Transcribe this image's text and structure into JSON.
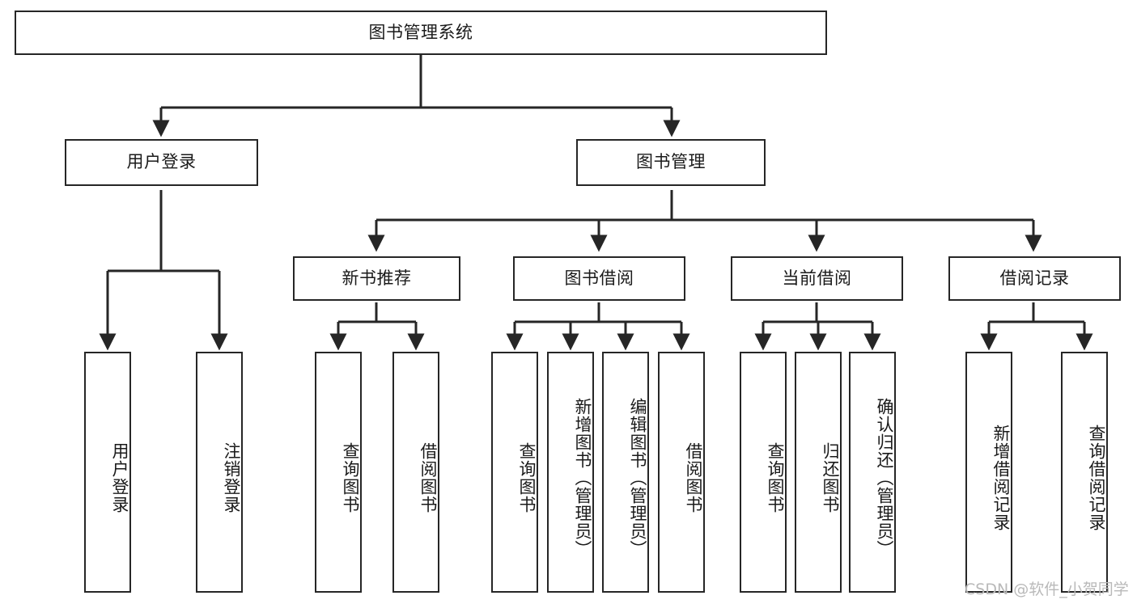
{
  "diagram": {
    "title": "图书管理系统",
    "type": "tree",
    "background_color": "#ffffff",
    "line_color": "#262626",
    "text_color": "#1a1a1a"
  },
  "root": {
    "label": "图书管理系统"
  },
  "level2": [
    {
      "label": "用户登录"
    },
    {
      "label": "图书管理"
    }
  ],
  "level3": [
    {
      "label": "新书推荐"
    },
    {
      "label": "图书借阅"
    },
    {
      "label": "当前借阅"
    },
    {
      "label": "借阅记录"
    }
  ],
  "leaves": {
    "user_login": [
      {
        "label": "用户登录"
      },
      {
        "label": "注销登录"
      }
    ],
    "new_book_recommend": [
      {
        "label": "查询图书"
      },
      {
        "label": "借阅图书"
      }
    ],
    "book_borrow": [
      {
        "label": "查询图书"
      },
      {
        "label": "新增图书（管理员）"
      },
      {
        "label": "编辑图书（管理员）"
      },
      {
        "label": "借阅图书"
      }
    ],
    "current_borrow": [
      {
        "label": "查询图书"
      },
      {
        "label": "归还图书"
      },
      {
        "label": "确认归还（管理员）"
      }
    ],
    "borrow_record": [
      {
        "label": "新增借阅记录"
      },
      {
        "label": "查询借阅记录"
      }
    ]
  },
  "watermark": {
    "text": "CSDN @软件_小贺同学",
    "color": "#b9b9b9"
  }
}
